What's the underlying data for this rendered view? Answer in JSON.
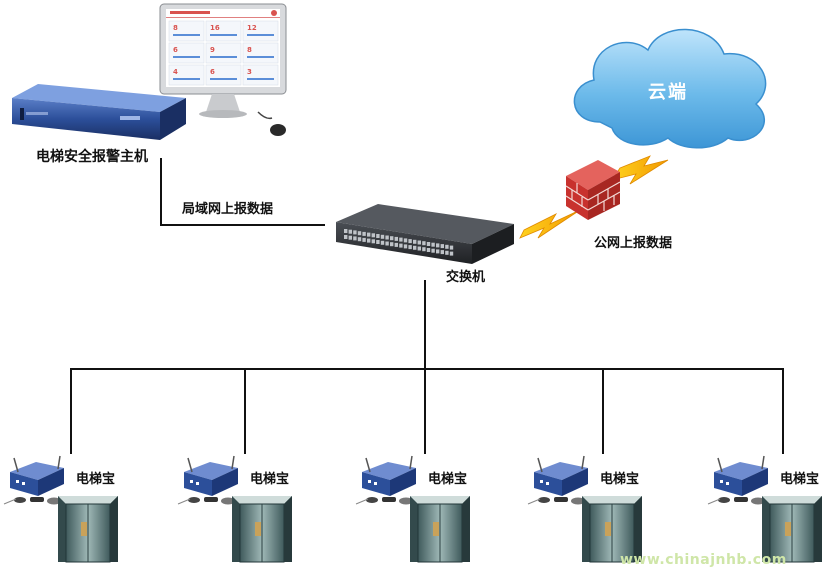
{
  "nodes": {
    "host": {
      "label": "电梯安全报警主机"
    },
    "switch": {
      "label": "交换机"
    },
    "cloud": {
      "label": "云端"
    },
    "lan_link": {
      "label": "局域网上报数据"
    },
    "wan_link": {
      "label": "公网上报数据"
    },
    "elevator_units": [
      {
        "label": "电梯宝"
      },
      {
        "label": "电梯宝"
      },
      {
        "label": "电梯宝"
      },
      {
        "label": "电梯宝"
      },
      {
        "label": "电梯宝"
      }
    ]
  },
  "dashboard": {
    "tiles": [
      "8",
      "16",
      "12",
      "6",
      "9",
      "8",
      "4",
      "6",
      "3"
    ]
  },
  "watermark": "www.chinajnhb.com",
  "colors": {
    "cloud": "#5ab0e6",
    "lightning": "#f7c400",
    "firewall": "#c8322e",
    "device_blue": "#2c4f9a",
    "switch_body": "#2f3236"
  }
}
